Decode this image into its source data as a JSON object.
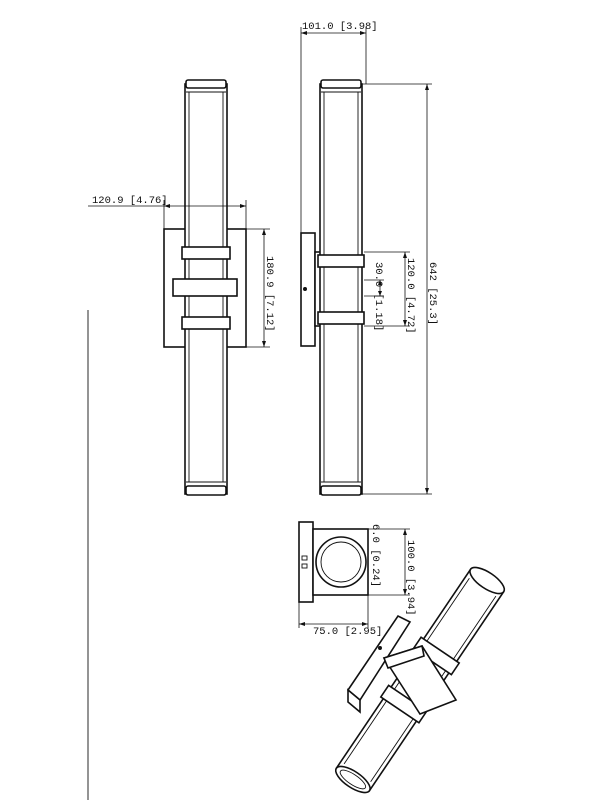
{
  "drawing": {
    "dimensions": {
      "depth_top": "101.0 [3.98]",
      "backplate_width": "120.9 [4.76]",
      "backplate_height": "180.9 [7.12]",
      "band_height": "30.0 [1.18]",
      "band_span": "120.0 [4.72]",
      "overall_height": "642 [25.3]",
      "plate_offset": "6.0 [0.24]",
      "tube_diameter": "100.0 [3.94]",
      "bottom_depth": "75.0 [2.95]"
    }
  }
}
